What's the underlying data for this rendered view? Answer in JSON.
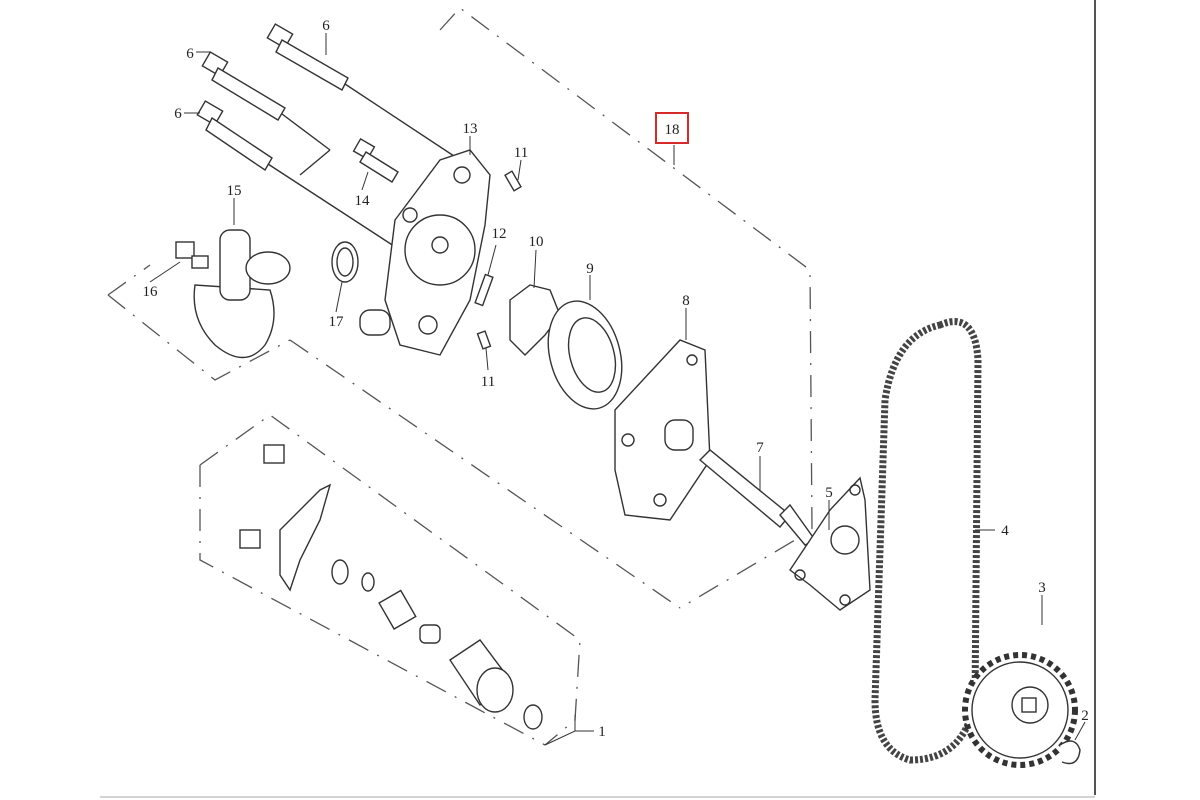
{
  "diagram": {
    "type": "exploded parts diagram",
    "highlight_color": "#d42a2a",
    "callouts": {
      "bolt_top": "6",
      "bolt_mid": "6",
      "bolt_low": "6",
      "pump_body": "13",
      "assembly": "18",
      "pin_top": "11",
      "bolt_small": "14",
      "filter_housing": "15",
      "pin_long": "12",
      "inner_rotor": "10",
      "outer_rotor": "9",
      "filter_bolt": "16",
      "o_ring": "17",
      "cover_plate": "8",
      "pin_bottom": "11",
      "shaft": "7",
      "gasket": "5",
      "chain": "4",
      "sprocket": "3",
      "circlip": "2",
      "relief_valve": "1"
    }
  }
}
